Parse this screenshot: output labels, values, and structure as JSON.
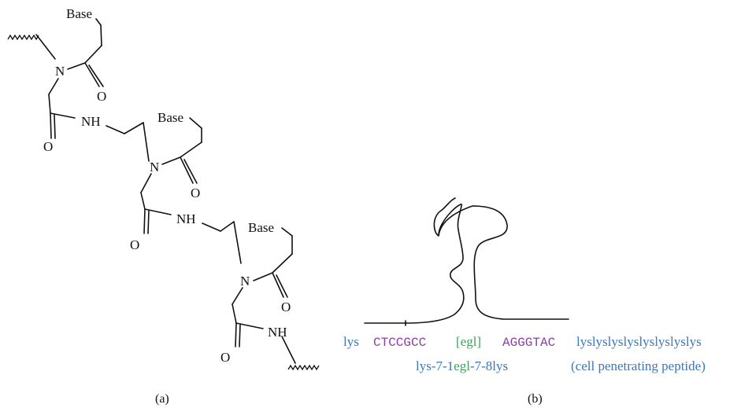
{
  "panel_a": {
    "atoms": {
      "base": "Base",
      "nitrogen": "N",
      "oxygen": "O",
      "amide": "NH"
    },
    "caption": "(a)"
  },
  "panel_b": {
    "sequence": {
      "lys": "lys",
      "seq_left": "CTCCGCC",
      "egl": "[egl]",
      "seq_right": "AGGGTAC",
      "lys_chain": "lyslyslyslyslyslyslyslys"
    },
    "name": {
      "part1": "lys-7-1",
      "part2": "egl",
      "part3": "-7-8lys"
    },
    "cpp_label": "(cell penetrating peptide)",
    "caption": "(b)"
  },
  "colors": {
    "blue": "#3a78b8",
    "purple": "#8b3fa6",
    "green": "#3aa55a",
    "black": "#111111"
  }
}
